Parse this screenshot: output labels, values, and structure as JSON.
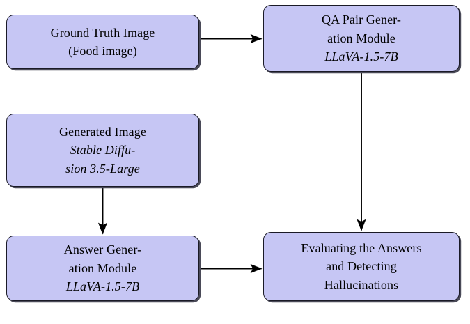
{
  "diagram": {
    "title": "Hallucination evaluation pipeline flowchart",
    "type": "flowchart",
    "colors": {
      "node_fill": "#c6c6f4",
      "node_border": "#1a1a26",
      "node_shadow": "#4a4a58",
      "edge": "#000000",
      "background": "#ffffff",
      "text": "#000000"
    },
    "nodes": [
      {
        "id": "ground-truth",
        "name": "ground-truth-image-node",
        "lines": [
          {
            "text": "Ground Truth Image",
            "style": "roman"
          },
          {
            "text": "(Food image)",
            "style": "roman"
          }
        ]
      },
      {
        "id": "qa-pair-generation",
        "name": "qa-pair-generation-module-node",
        "lines": [
          {
            "text": "QA Pair Gener-",
            "style": "roman"
          },
          {
            "text": "ation Module",
            "style": "roman"
          },
          {
            "text": "LLaVA-1.5-7B",
            "style": "italic"
          }
        ]
      },
      {
        "id": "generated-image",
        "name": "generated-image-node",
        "lines": [
          {
            "text": "Generated Image",
            "style": "roman"
          },
          {
            "text": "Stable Diffu-",
            "style": "italic"
          },
          {
            "text": "sion 3.5-Large",
            "style": "italic"
          }
        ]
      },
      {
        "id": "answer-generation",
        "name": "answer-generation-module-node",
        "lines": [
          {
            "text": "Answer Gener-",
            "style": "roman"
          },
          {
            "text": "ation Module",
            "style": "roman"
          },
          {
            "text": "LLaVA-1.5-7B",
            "style": "italic"
          }
        ]
      },
      {
        "id": "evaluating",
        "name": "evaluating-answers-node",
        "lines": [
          {
            "text": "Evaluating the Answers",
            "style": "roman"
          },
          {
            "text": "and Detecting",
            "style": "roman"
          },
          {
            "text": "Hallucinations",
            "style": "roman"
          }
        ]
      }
    ],
    "edges": [
      {
        "id": "edge-ground-truth-to-qa",
        "from": "ground-truth",
        "to": "qa-pair-generation",
        "direction": "right",
        "label": ""
      },
      {
        "id": "edge-qa-to-evaluating",
        "from": "qa-pair-generation",
        "to": "evaluating",
        "direction": "down",
        "label": ""
      },
      {
        "id": "edge-generated-to-answer",
        "from": "generated-image",
        "to": "answer-generation",
        "direction": "down",
        "label": ""
      },
      {
        "id": "edge-answer-to-evaluating",
        "from": "answer-generation",
        "to": "evaluating",
        "direction": "right",
        "label": ""
      }
    ]
  }
}
